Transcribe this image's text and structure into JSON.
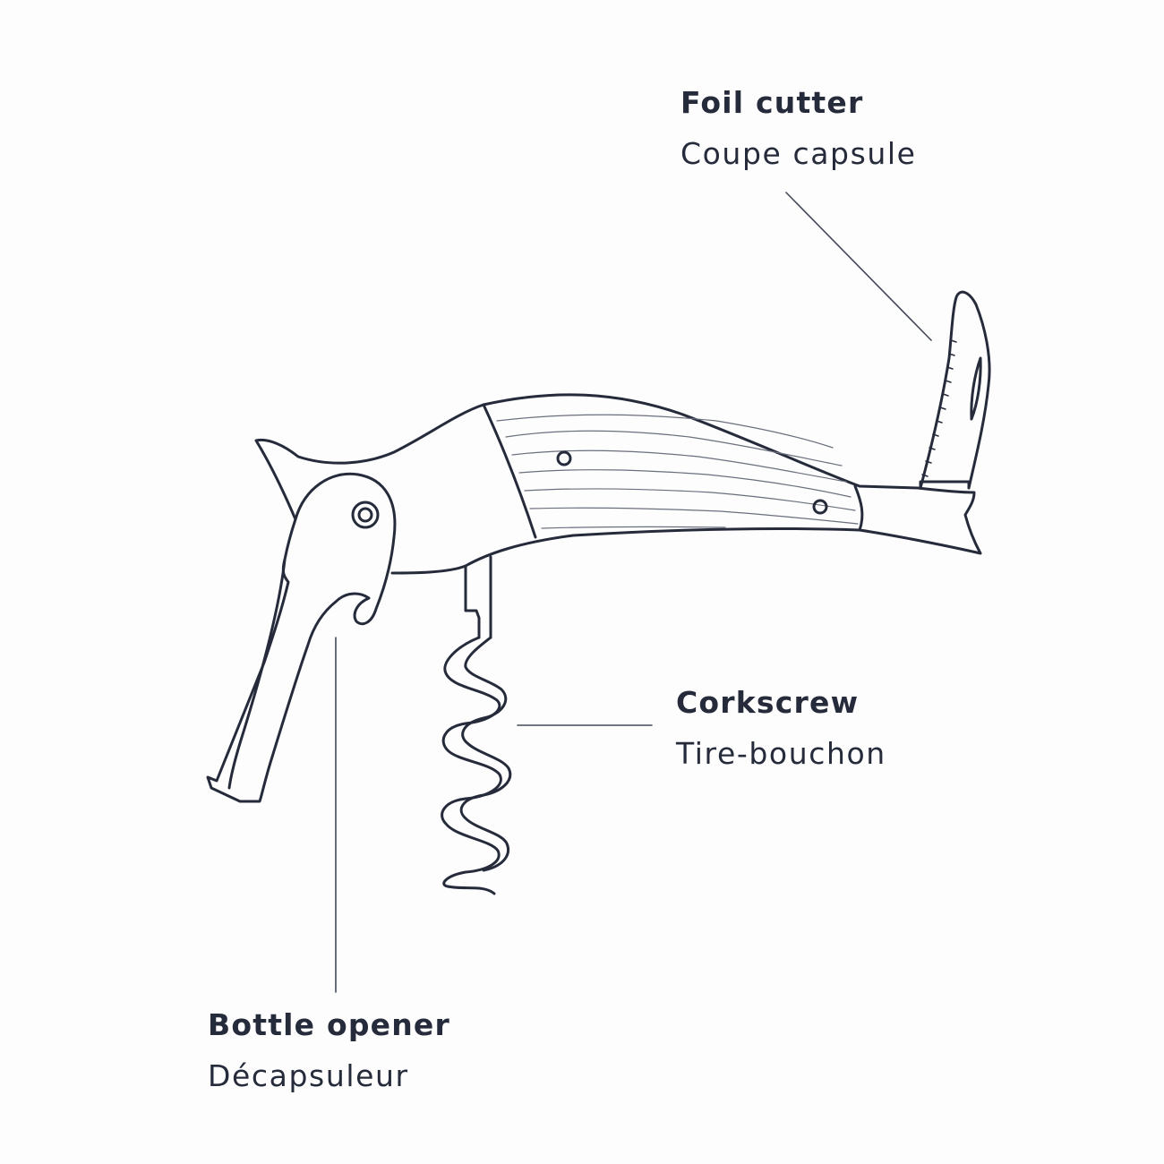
{
  "labels": {
    "foil_cutter": {
      "en": "Foil cutter",
      "fr": "Coupe capsule"
    },
    "corkscrew": {
      "en": "Corkscrew",
      "fr": "Tire-bouchon"
    },
    "bottle_opener": {
      "en": "Bottle opener",
      "fr": "Décapsuleur"
    }
  },
  "colors": {
    "ink": "#262b3b",
    "line": "#444a5a",
    "background": "#fdfdfd"
  }
}
